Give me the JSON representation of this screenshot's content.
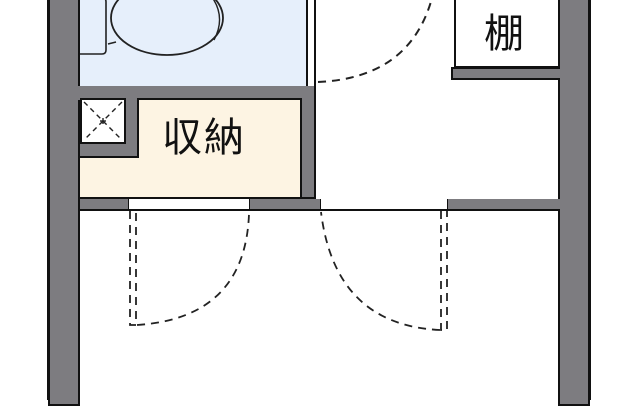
{
  "floor_plan": {
    "rooms": [
      {
        "id": "toilet",
        "label": "",
        "fill": "#e6effb"
      },
      {
        "id": "storage",
        "label": "収納",
        "fill": "#fdf4e3"
      },
      {
        "id": "shelf",
        "label": "棚",
        "fill": "#ffffff"
      },
      {
        "id": "shaft",
        "label": "",
        "fill": "#ffffff"
      },
      {
        "id": "hall",
        "label": "",
        "fill": "#ffffff"
      },
      {
        "id": "main-room",
        "label": "",
        "fill": "#ffffff"
      }
    ],
    "colors": {
      "wall": "#7d7c80",
      "line": "#111111",
      "toilet_fill": "#e6effb",
      "storage_fill": "#fdf4e3"
    }
  }
}
